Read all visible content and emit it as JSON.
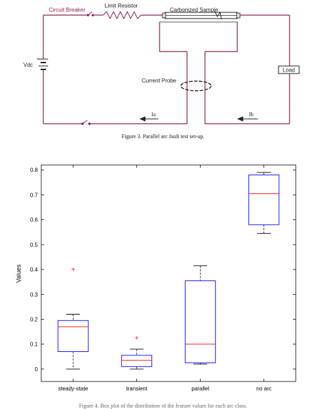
{
  "figure3": {
    "labels": {
      "circuit_breaker": "Circuit Breaker",
      "limit_resistor": "Limit Resistor",
      "carbonized_sample": "Carbonized Sample",
      "vdc": "Vdc",
      "load": "Load",
      "current_probe": "Current Probe",
      "ia": "Ia",
      "ib": "Ib"
    },
    "caption": "Figure 3.  Parallel arc fault test set-up."
  },
  "boxplot": {
    "caption": "Figure 4.  Box plot of the distribution of the feature values for each arc class.",
    "colors": {
      "box": "#0000ff",
      "median": "#ff0000",
      "whisker": "#000000",
      "outlier": "#ff0000"
    }
  },
  "chart_data": {
    "type": "boxplot",
    "ylabel": "Values",
    "xlabel": "",
    "ylim": [
      -0.05,
      0.82
    ],
    "yticks": [
      "0",
      "0.1",
      "0.2",
      "0.3",
      "0.4",
      "0.5",
      "0.6",
      "0.7",
      "0.8"
    ],
    "ytick_values": [
      0,
      0.1,
      0.2,
      0.3,
      0.4,
      0.5,
      0.6,
      0.7,
      0.8
    ],
    "categories": [
      "steady-state",
      "transient",
      "parallel",
      "no arc"
    ],
    "boxes": [
      {
        "min": 0.0,
        "q1": 0.07,
        "median": 0.17,
        "q3": 0.195,
        "max": 0.22,
        "outliers": [
          0.4
        ]
      },
      {
        "min": 0.0,
        "q1": 0.01,
        "median": 0.035,
        "q3": 0.055,
        "max": 0.08,
        "outliers": [
          0.125
        ]
      },
      {
        "min": 0.02,
        "q1": 0.025,
        "median": 0.1,
        "q3": 0.355,
        "max": 0.415,
        "outliers": []
      },
      {
        "min": 0.545,
        "q1": 0.58,
        "median": 0.705,
        "q3": 0.78,
        "max": 0.79,
        "outliers": []
      }
    ],
    "grid": false
  }
}
